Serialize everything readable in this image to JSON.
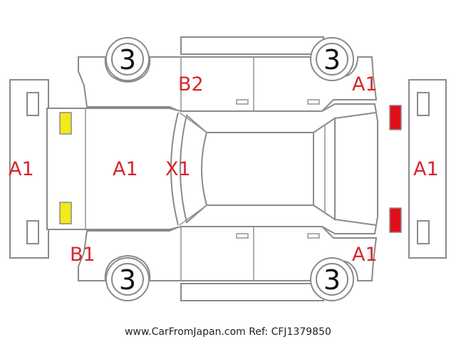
{
  "marks": {
    "b2": "B2",
    "a1_front_right_fender": "A1",
    "a1_front_bumper": "A1",
    "a1_rear_bumper": "A1",
    "a1_hood": "A1",
    "x1_windshield": "X1",
    "b1": "B1",
    "a1_front_left_fender": "A1"
  },
  "tires": {
    "rear_right": "3",
    "front_right": "3",
    "rear_left": "3",
    "front_left": "3"
  },
  "lamps": {
    "rear_lamp_color": "#f2ea1b",
    "front_lamp_color": "#e0101a"
  },
  "mark_color": "#d8262c",
  "footer": {
    "text": "www.CarFromJapan.com Ref: CFJ1379850"
  }
}
